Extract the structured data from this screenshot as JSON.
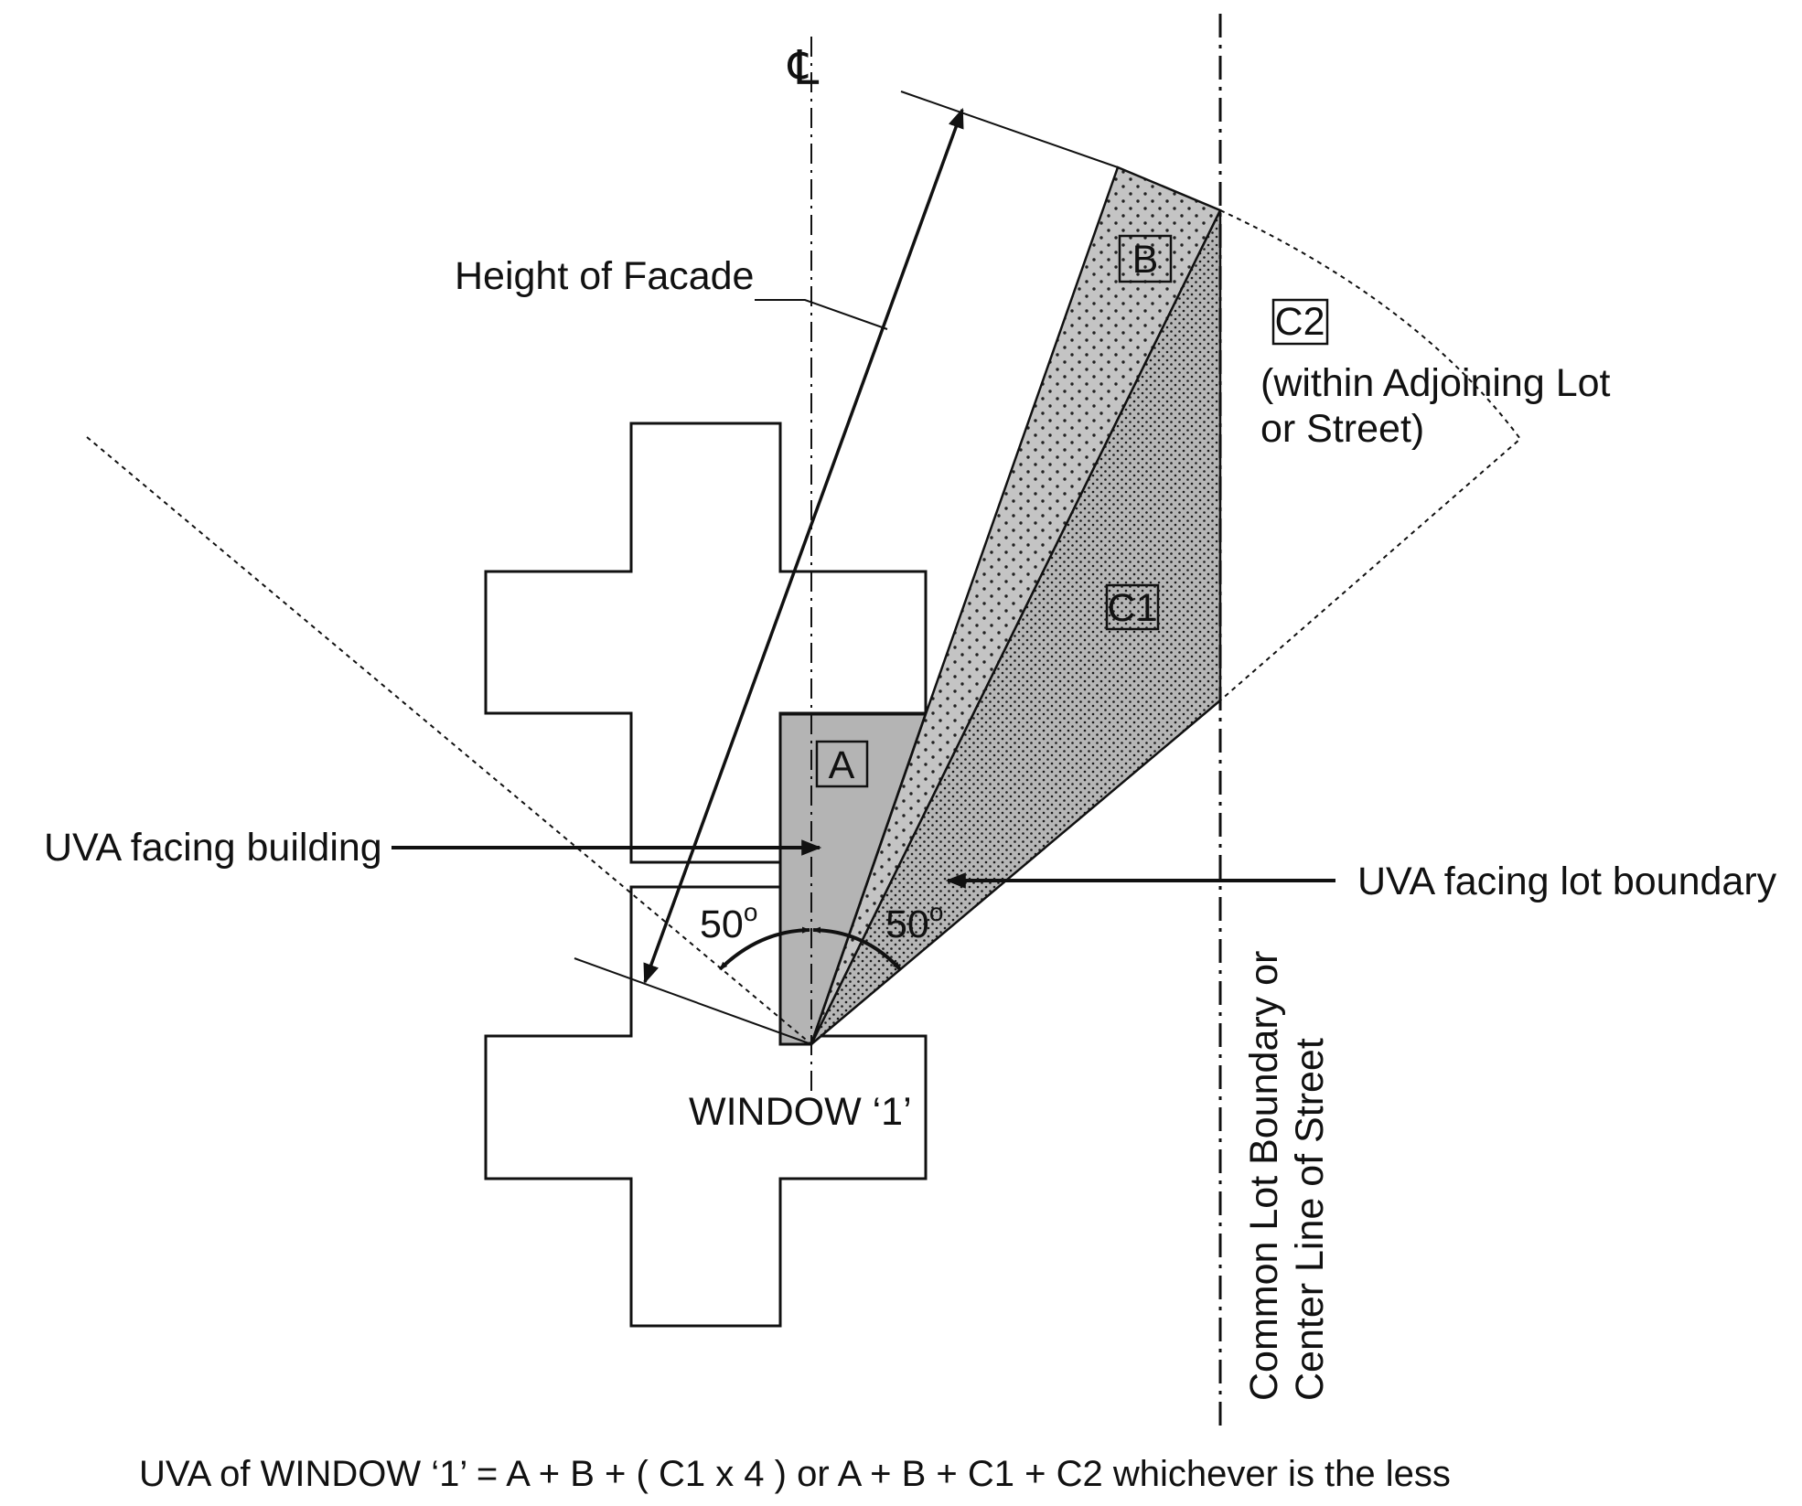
{
  "centerline_symbol": "℄",
  "labels": {
    "height_of_facade": "Height of Facade",
    "uva_facing_building": "UVA facing building",
    "uva_facing_lot_boundary": "UVA facing lot boundary",
    "window": "WINDOW ‘1’",
    "angle_left": "50",
    "angle_right": "50",
    "degree_mark": "o",
    "c2_note_line1": "(within Adjoining Lot",
    "c2_note_line2": "or Street)",
    "boundary_line1": "Common Lot Boundary or",
    "boundary_line2": "Center Line of Street"
  },
  "areas": {
    "a": "A",
    "b": "B",
    "c1": "C1",
    "c2": "C2"
  },
  "formula": "UVA of WINDOW ‘1’ = A + B + ( C1 x 4 ) or A + B + C1 + C2 whichever is the less",
  "colors": {
    "fill_a": "#b4b4b4",
    "fill_b": "#c2c2c2",
    "fill_c1": "#b8b8b8",
    "line": "#111111"
  }
}
